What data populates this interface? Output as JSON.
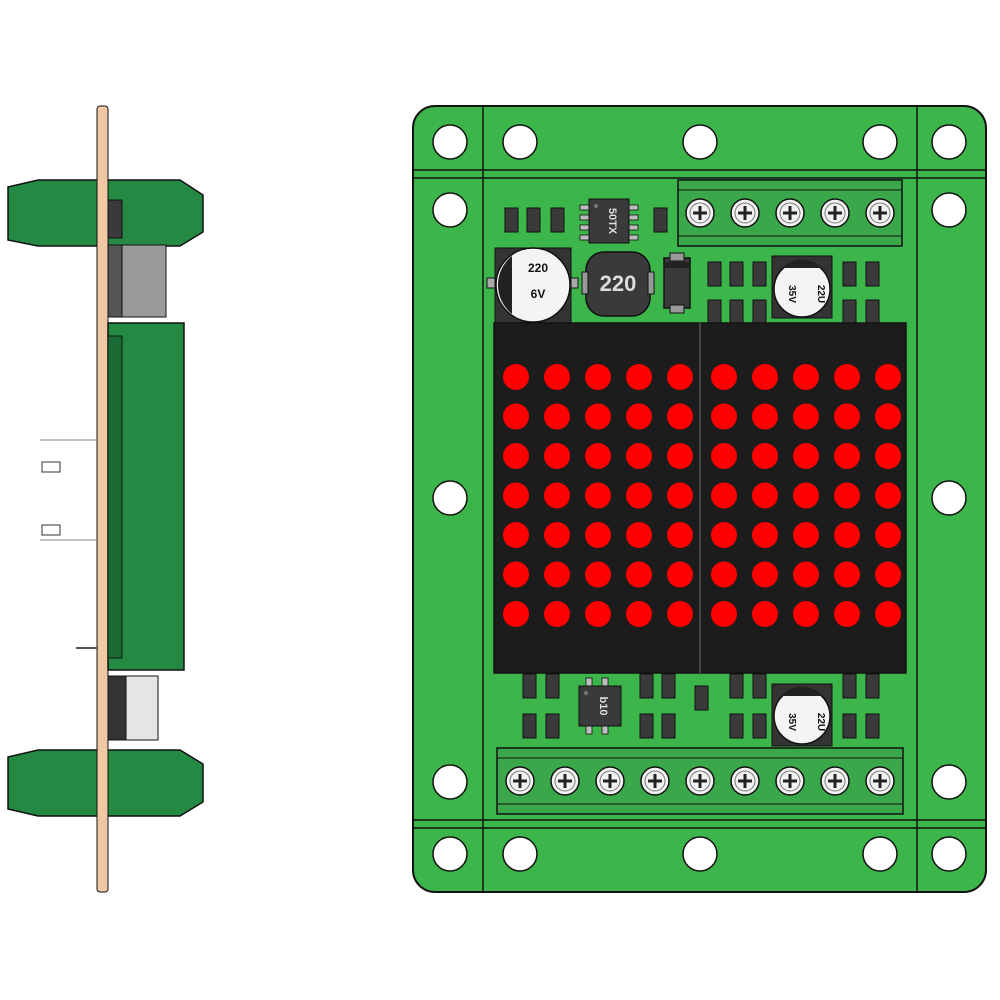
{
  "labels": {
    "inductor": "220",
    "cap_big_value": "220",
    "cap_big_voltage": "6V",
    "cap_small_top_value": "22U",
    "cap_small_top_voltage": "35V",
    "cap_small_bottom_value": "22U",
    "cap_small_bottom_voltage": "35V",
    "ic_top": "50TX",
    "ic_bottom": "b10"
  },
  "matrix": {
    "rows": 7,
    "cols": 10
  },
  "terminals": {
    "top_count": 5,
    "bottom_count": 9
  },
  "colors": {
    "board": "#3cb54a",
    "board_dark": "#1f8a40",
    "outline": "#111111",
    "led": "#ff0000",
    "display": "#1c1c1c",
    "terminal": "#3aa84a",
    "copper": "#f0c9a4"
  },
  "icons": [
    "screw-icon",
    "mounting-hole-icon",
    "led-icon"
  ]
}
